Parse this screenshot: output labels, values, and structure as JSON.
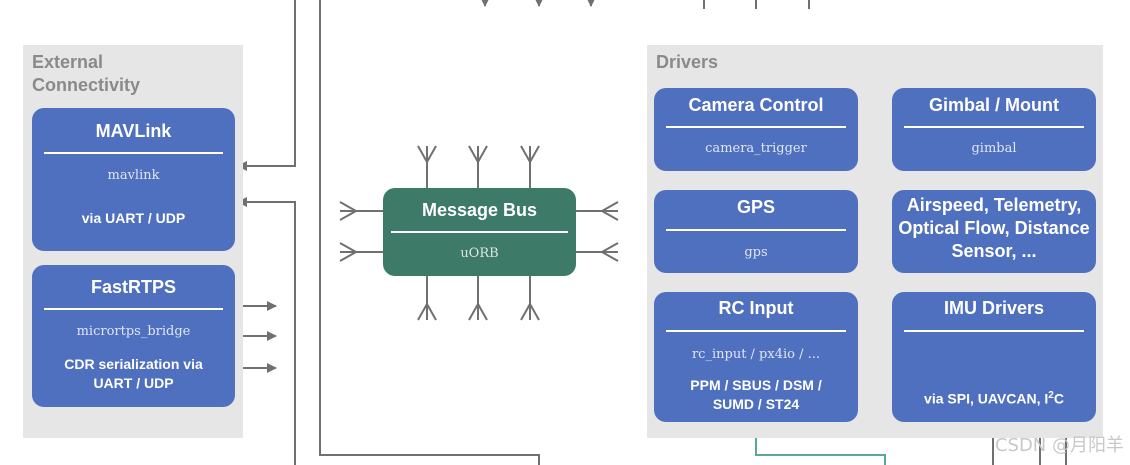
{
  "groups": {
    "external": {
      "title": "External\nConnectivity"
    },
    "drivers": {
      "title": "Drivers"
    }
  },
  "modules": {
    "mavlink": {
      "title": "MAVLink",
      "code": "mavlink",
      "sub": "via UART / UDP"
    },
    "fastrtps": {
      "title": "FastRTPS",
      "code": "micrortps_bridge",
      "sub": "CDR serialization via UART / UDP"
    },
    "bus": {
      "title": "Message Bus",
      "code": "uORB"
    },
    "camera": {
      "title": "Camera Control",
      "code": "camera_trigger"
    },
    "gimbal": {
      "title": "Gimbal / Mount",
      "code": "gimbal"
    },
    "gps": {
      "title": "GPS",
      "code": "gps"
    },
    "airspeed": {
      "title": "Airspeed, Telemetry, Optical Flow, Distance Sensor, ..."
    },
    "rc": {
      "title": "RC Input",
      "code": "rc_input / px4io / ...",
      "sub": "PPM / SBUS / DSM / SUMD / ST24"
    },
    "imu": {
      "title": "IMU Drivers",
      "sub_prefix": "via SPI, UAVCAN, I",
      "sub_sup": "2",
      "sub_suffix": "C"
    }
  },
  "watermark": "CSDN @月阳羊",
  "colors": {
    "module_blue": "#4f6fbf",
    "bus_green": "#3d7a68",
    "group_gray": "#e6e6e6",
    "wire_gray": "#707070",
    "wire_teal": "#5aa89a"
  }
}
